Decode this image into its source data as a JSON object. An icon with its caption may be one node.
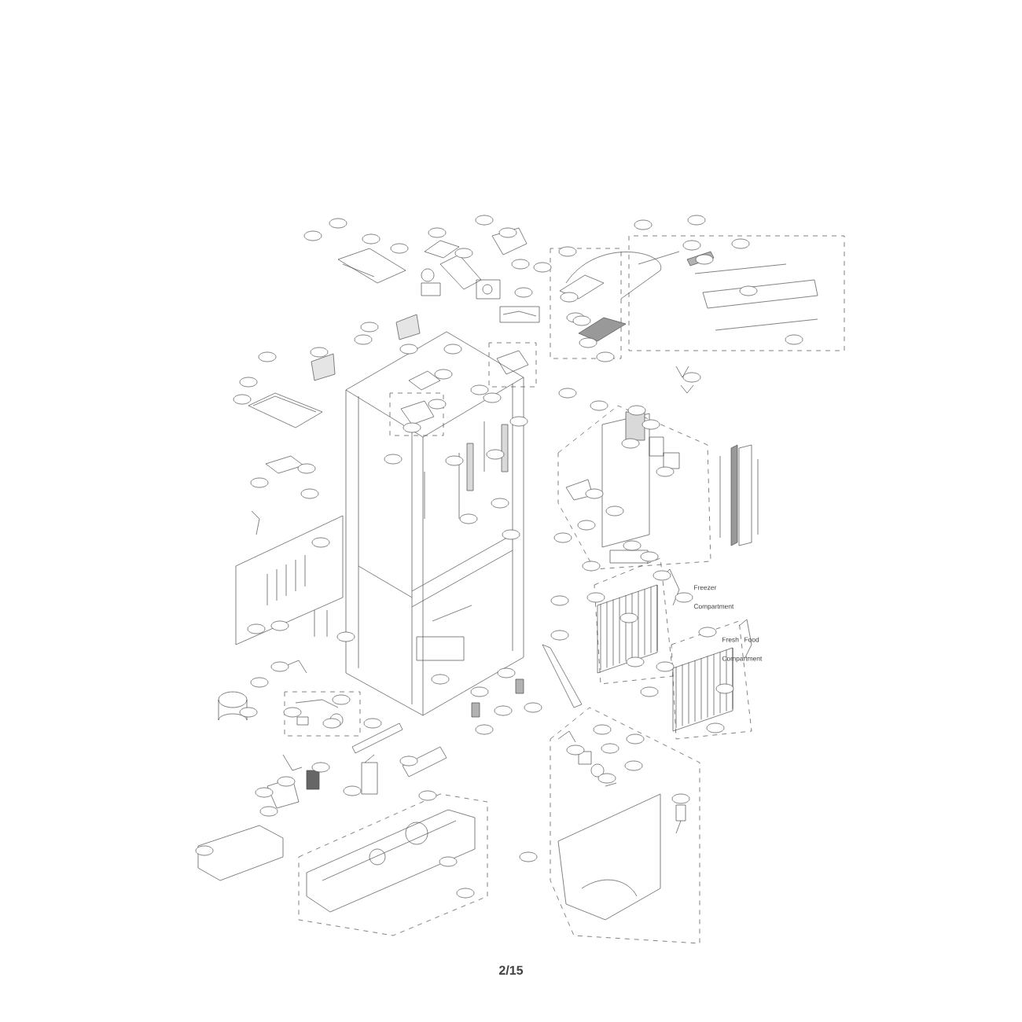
{
  "diagram": {
    "labels": [
      "Freezer Compartment",
      "Fresh Food Compartment",
      "2/15"
    ]
  }
}
